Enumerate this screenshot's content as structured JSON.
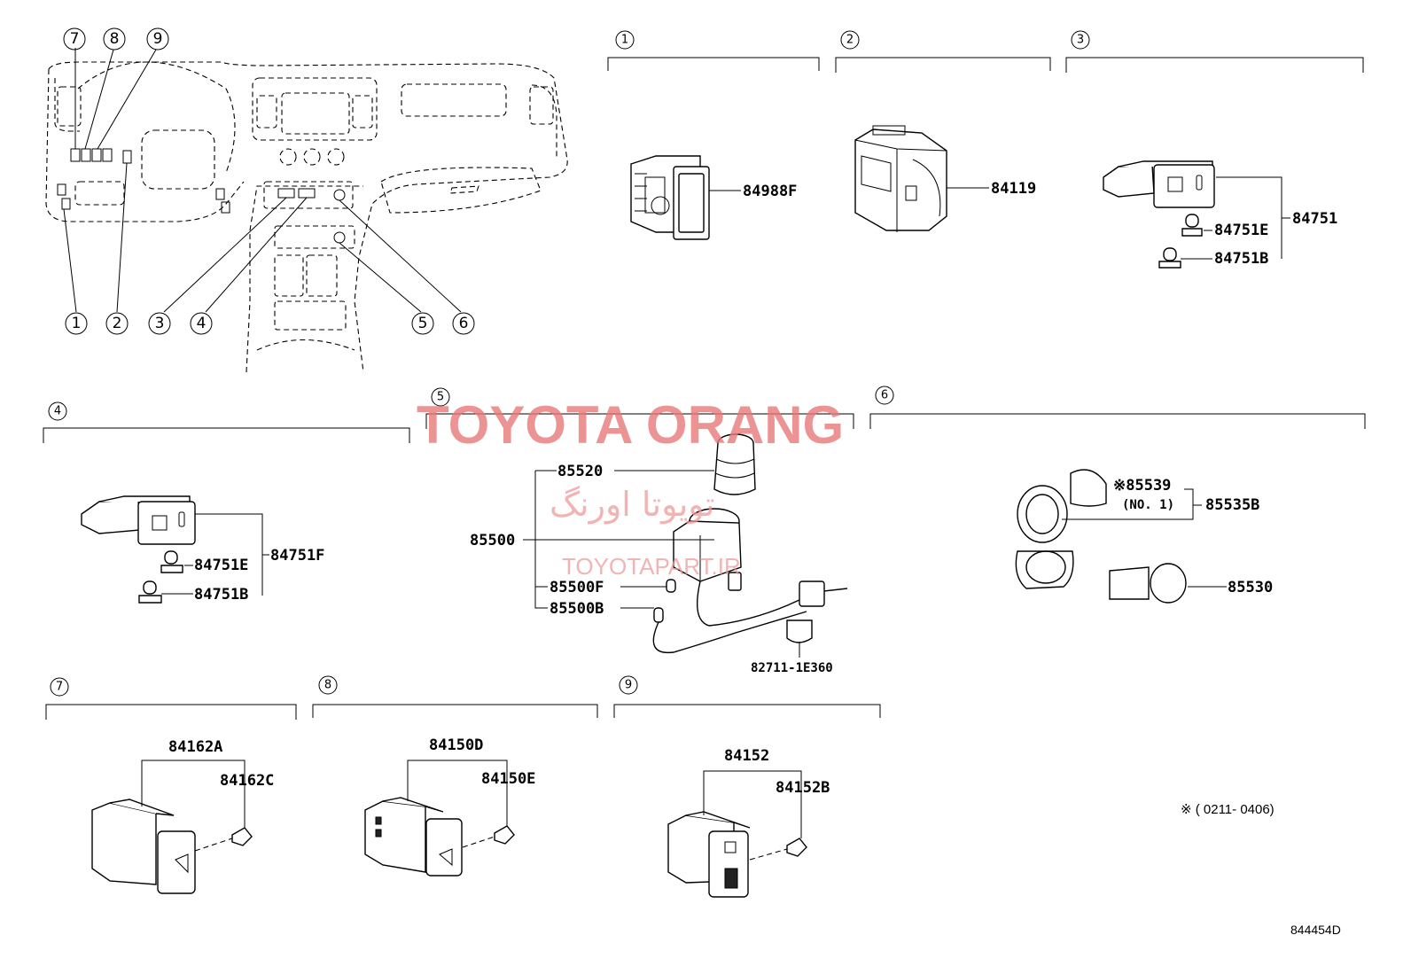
{
  "diagram_code": "844454D",
  "note": "※ ( 0211- 0406)",
  "watermark": {
    "brand": "TOYOTA ORANG",
    "persian": "تویوتا اورنگ",
    "url": "TOYOTAPART.IR"
  },
  "dash_callouts": {
    "c1": "1",
    "c2": "2",
    "c3": "3",
    "c4": "4",
    "c5": "5",
    "c6": "6",
    "c7": "7",
    "c8": "8",
    "c9": "9"
  },
  "sections": {
    "s1": {
      "number": "1",
      "parts": {
        "p1": "84988F"
      }
    },
    "s2": {
      "number": "2",
      "parts": {
        "p1": "84119"
      }
    },
    "s3": {
      "number": "3",
      "parts": {
        "assembly": "84751",
        "bulb_e": "84751E",
        "bulb_b": "84751B"
      }
    },
    "s4": {
      "number": "4",
      "parts": {
        "assembly": "84751F",
        "bulb_e": "84751E",
        "bulb_b": "84751B"
      }
    },
    "s5": {
      "number": "5",
      "parts": {
        "assembly": "85500",
        "knob": "85520",
        "bulb_f": "85500F",
        "bulb_b": "85500B",
        "wire": "82711-1E360"
      }
    },
    "s6": {
      "number": "6",
      "parts": {
        "cap": "※85539",
        "cap_sub": "(NO. 1)",
        "assembly": "85535B",
        "socket": "85530"
      }
    },
    "s7": {
      "number": "7",
      "parts": {
        "assembly": "84162A",
        "bulb": "84162C"
      }
    },
    "s8": {
      "number": "8",
      "parts": {
        "assembly": "84150D",
        "bulb": "84150E"
      }
    },
    "s9": {
      "number": "9",
      "parts": {
        "assembly": "84152",
        "bulb": "84152B"
      }
    }
  }
}
